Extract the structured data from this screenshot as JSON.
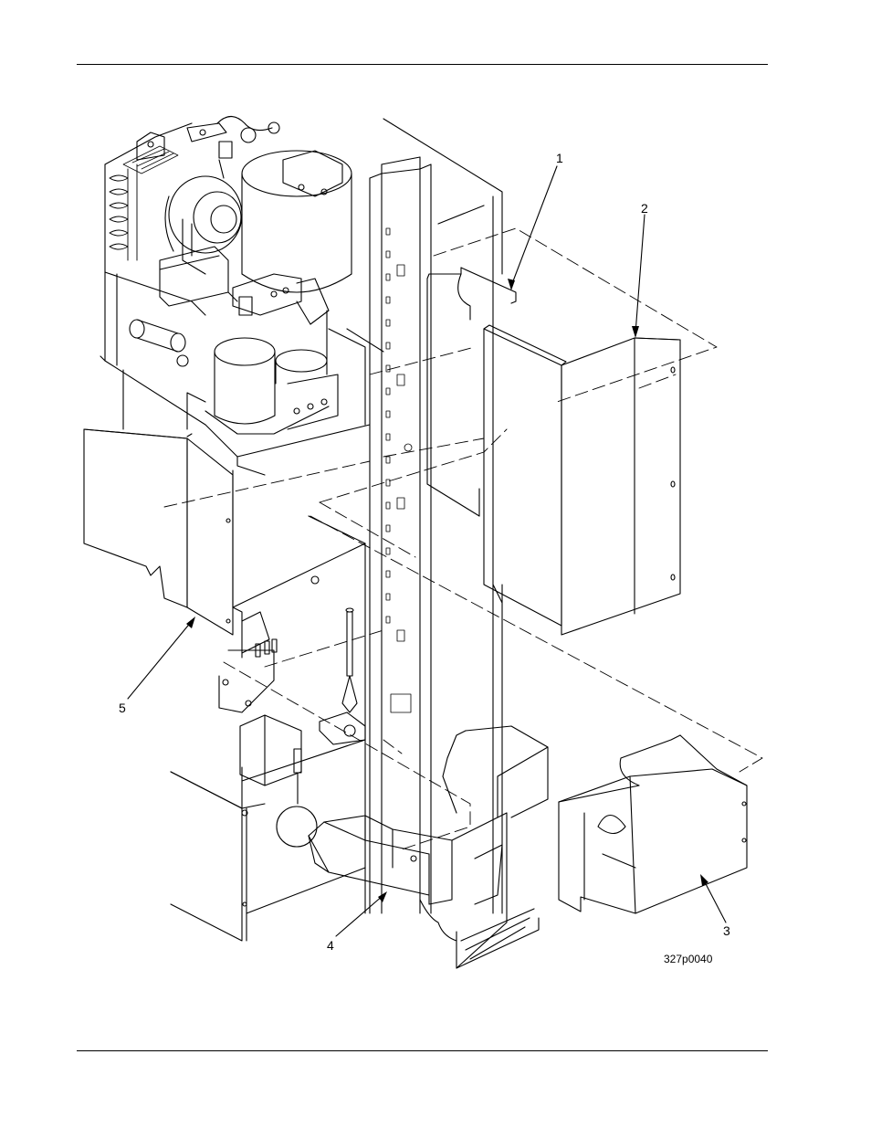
{
  "figure": {
    "callouts": [
      {
        "id": "1",
        "label": "1"
      },
      {
        "id": "2",
        "label": "2"
      },
      {
        "id": "3",
        "label": "3"
      },
      {
        "id": "4",
        "label": "4"
      },
      {
        "id": "5",
        "label": "5"
      }
    ],
    "drawing_number": "327p0040"
  }
}
